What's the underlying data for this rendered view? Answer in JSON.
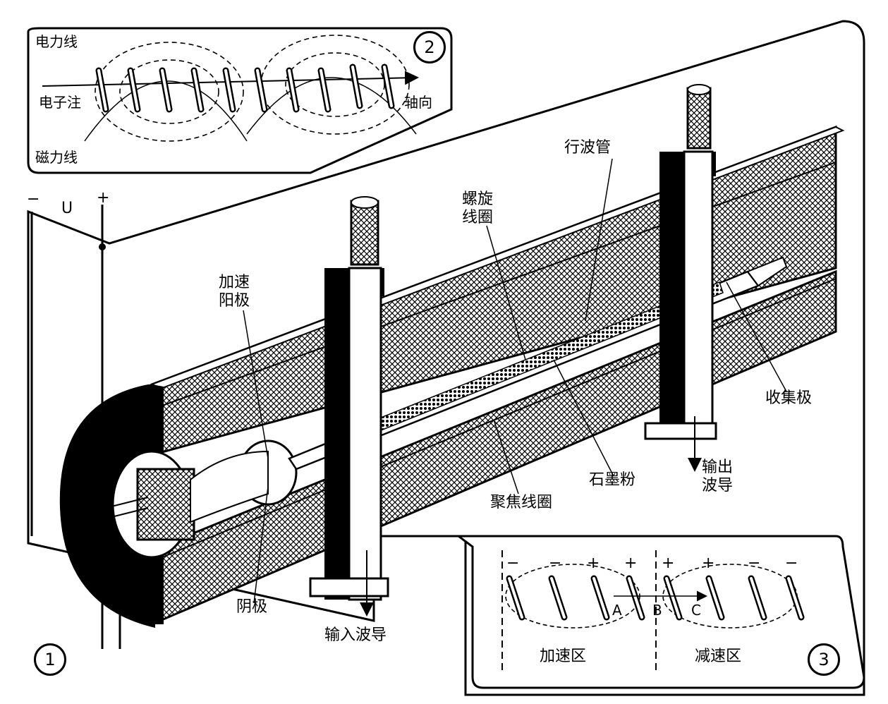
{
  "labels": {
    "travelling_wave_tube": "行波管",
    "helix_coil": [
      "螺旋",
      "线圈"
    ],
    "accel_anode": [
      "加速",
      "阳极"
    ],
    "cathode": "阴极",
    "input_waveguide": "输入波导",
    "graphite_powder": "石墨粉",
    "focusing_coil": "聚焦线圈",
    "output_waveguide": [
      "输出",
      "波导"
    ],
    "collector": "收集极",
    "voltage": "U",
    "minus": "−",
    "plus": "+"
  },
  "inset2": {
    "number": "2",
    "electric_field_lines": "电力线",
    "electron_beam": "电子注",
    "magnetic_field_lines": "磁力线",
    "axial": "轴向"
  },
  "inset3": {
    "number": "3",
    "accel_zone": "加速区",
    "decel_zone": "减速区",
    "point_a": "A",
    "point_b": "B",
    "point_c": "C",
    "signs_left": [
      "−",
      "−",
      "+",
      "+"
    ],
    "signs_right": [
      "+",
      "+",
      "−",
      "−"
    ]
  },
  "main_number": "1"
}
